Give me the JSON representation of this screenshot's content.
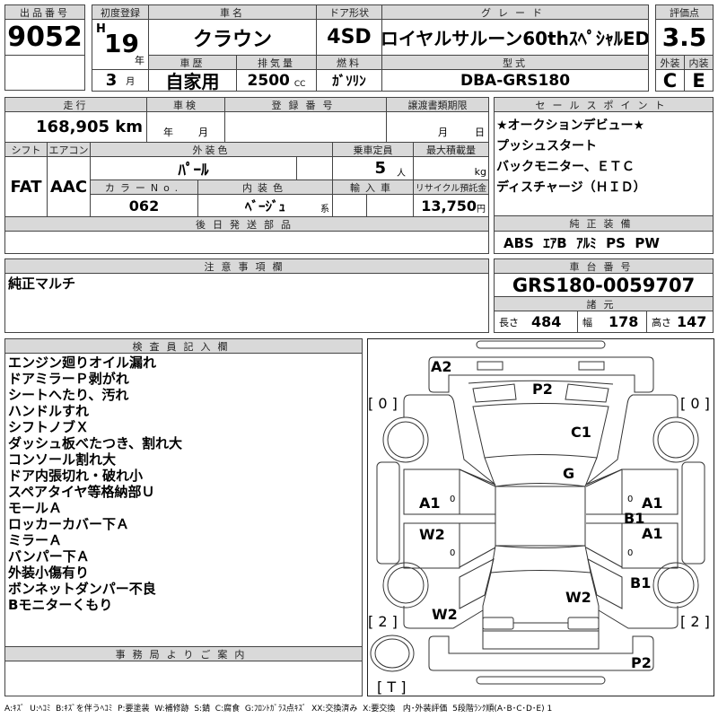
{
  "lot": {
    "label": "出品番号",
    "value": "9052"
  },
  "first_reg": {
    "label": "初度登録",
    "era": "H",
    "year": "19",
    "year_unit": "年",
    "month": "3",
    "month_unit": "月"
  },
  "car_name": {
    "label": "車名",
    "value": "クラウン"
  },
  "door": {
    "label": "ドア形状",
    "value": "4SD"
  },
  "grade": {
    "label": "グレード",
    "value": "ロイヤルサルーン60thｽﾍﾟｼｬﾙED"
  },
  "history": {
    "label": "車歴",
    "value": "自家用"
  },
  "displacement": {
    "label": "排気量",
    "value": "2500",
    "unit": "CC"
  },
  "fuel": {
    "label": "燃料",
    "value": "ｶﾞｿﾘﾝ"
  },
  "model": {
    "label": "型式",
    "value": "DBA-GRS180"
  },
  "score": {
    "label": "評価点",
    "value": "3.5",
    "exterior_label": "外装",
    "interior_label": "内装",
    "exterior": "C",
    "interior": "E"
  },
  "mileage": {
    "label": "走行",
    "value": "168,905 km"
  },
  "inspection": {
    "label": "車検",
    "year_unit": "年",
    "month_unit": "月"
  },
  "reg_number": {
    "label": "登録番号"
  },
  "transfer": {
    "label": "譲渡書類期限",
    "month_unit": "月",
    "day_unit": "日"
  },
  "shift": {
    "label": "シフト",
    "value": "FAT"
  },
  "aircon": {
    "label": "エアコン",
    "value": "AAC"
  },
  "ext_color": {
    "label": "外装色",
    "value": "ﾊﾟｰﾙ"
  },
  "capacity": {
    "label": "乗車定員",
    "value": "5",
    "unit": "人"
  },
  "max_load": {
    "label": "最大積載量",
    "unit": "kg"
  },
  "color_no": {
    "label": "カラーNo.",
    "value": "062"
  },
  "int_color": {
    "label": "内装色",
    "value": "ﾍﾞｰｼﾞｭ",
    "suffix": "系"
  },
  "import": {
    "label": "輸入車"
  },
  "recycle": {
    "label": "リサイクル預託金",
    "value": "13,750",
    "unit": "円"
  },
  "later_parts": {
    "label": "後日発送部品"
  },
  "sales_points": {
    "label": "セールスポイント",
    "items": [
      "★オークションデビュー★",
      "プッシュスタート",
      "バックモニター、ＥＴＣ",
      "ディスチャージ（ＨＩＤ）"
    ]
  },
  "equipment": {
    "label": "純正装備",
    "value": "ABS  ｴｱB  ｱﾙﾐ  PS  PW"
  },
  "notes": {
    "label": "注意事項欄",
    "value": "純正マルチ"
  },
  "chassis": {
    "label": "車台番号",
    "value": "GRS180-0059707"
  },
  "specs": {
    "label": "諸元",
    "length_label": "長さ",
    "length": "484",
    "width_label": "幅",
    "width": "178",
    "height_label": "高さ",
    "height": "147"
  },
  "inspector": {
    "label": "検査員記入欄",
    "items": [
      "エンジン廻りオイル漏れ",
      "ドアミラーＰ剥がれ",
      "シートへたり、汚れ",
      "ハンドルすれ",
      "シフトノブＸ",
      "ダッシュ板べたつき、割れ大",
      "コンソール割れ大",
      "ドア内張切れ・破れ小",
      "スペアタイヤ等格納部Ｕ",
      "モールＡ",
      "ロッカーカバー下Ａ",
      "ミラーＡ",
      "バンパー下Ａ",
      "外装小傷有り",
      "ボンネットダンパー不良",
      "Bモニターくもり"
    ]
  },
  "office": {
    "label": "事務局よりご案内"
  },
  "diagram": {
    "marks": [
      "A2",
      "P2",
      "C1",
      "G",
      "A1",
      "W2",
      "A1",
      "B1",
      "A1",
      "B1",
      "W2",
      "W2",
      "P2"
    ],
    "tires": [
      "[ 0 ]",
      "[ 0 ]",
      "[ 2 ]",
      "[ 2 ]",
      "[ T ]"
    ],
    "door_marks": [
      "0",
      "0",
      "0",
      "0"
    ]
  },
  "legend": "A:ｷｽﾞ  U:ﾍｺﾐ  B:ｷｽﾞを伴うﾍｺﾐ  P:要塗装  W:補修跡  S:錆  C:腐食  G:ﾌﾛﾝﾄｶﾞﾗｽ点ｷｽﾞ  XX:交換済み  X:要交換   内･外装評価  5段階ﾗﾝｸ順(A･B･C･D･E) 1"
}
